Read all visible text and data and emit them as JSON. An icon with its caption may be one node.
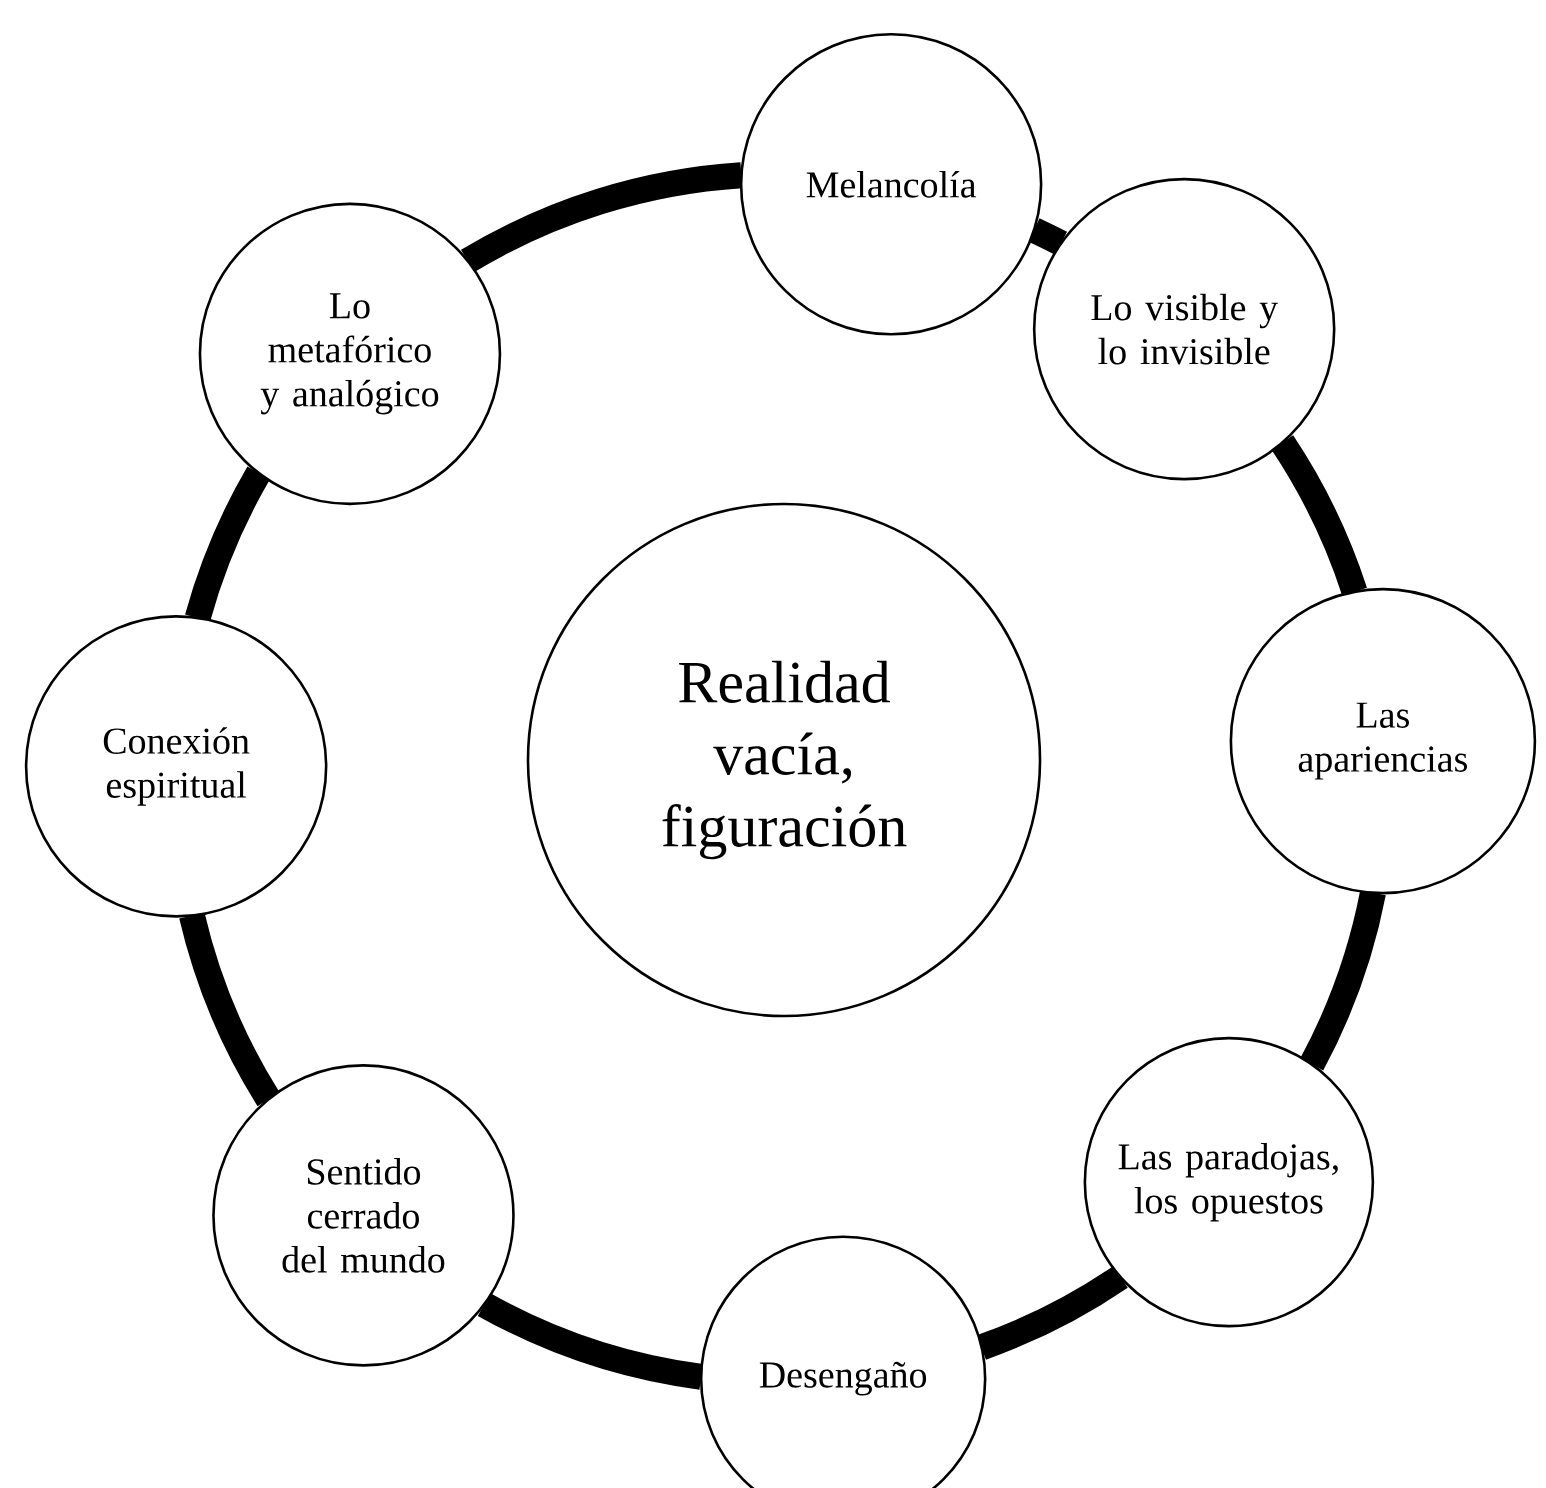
{
  "diagram": {
    "nodes": [
      {
        "text": [
          "Realidad vacía, figuración"
        ]
      },
      {
        "text": [
          "Melancolía"
        ]
      },
      {
        "text": [
          "Lo visible y lo invisible"
        ]
      },
      {
        "text": [
          "Las apariencias"
        ]
      },
      {
        "text": [
          "Las paradojas, los opuestos"
        ]
      },
      {
        "text": [
          "Desengaño"
        ]
      },
      {
        "text": [
          "Sentido cerrado del mundo"
        ]
      },
      {
        "text": [
          "Conexión espiritual"
        ]
      },
      {
        "text": [
          "Lo metafórico y analógico"
        ]
      }
    ],
    "edges": [
      {
        "from": 1,
        "to": 2,
        "arrow": "none"
      },
      {
        "from": 2,
        "to": 3,
        "arrow": "none"
      },
      {
        "from": 3,
        "to": 4,
        "arrow": "none"
      },
      {
        "from": 4,
        "to": 5,
        "arrow": "none"
      },
      {
        "from": 5,
        "to": 6,
        "arrow": "none"
      },
      {
        "from": 6,
        "to": 7,
        "arrow": "none"
      },
      {
        "from": 7,
        "to": 8,
        "arrow": "none"
      },
      {
        "from": 8,
        "to": 1,
        "arrow": "none"
      }
    ]
  }
}
